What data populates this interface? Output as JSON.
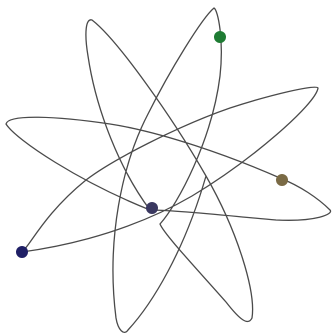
{
  "diagram": {
    "curve_color": "#4a4a4a",
    "markers": [
      {
        "name": "green-marker",
        "color": "#1e7b33"
      },
      {
        "name": "olive-marker",
        "color": "#7a6a45"
      },
      {
        "name": "purple-marker",
        "color": "#3a3860"
      },
      {
        "name": "navy-marker",
        "color": "#1f1f65"
      }
    ]
  }
}
